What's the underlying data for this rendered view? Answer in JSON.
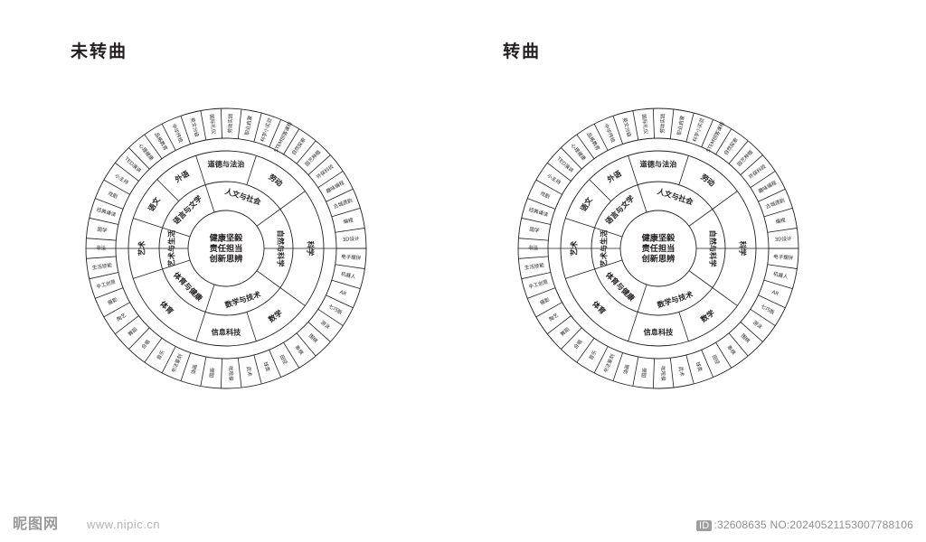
{
  "panels": [
    {
      "id": "left",
      "title": "未转曲"
    },
    {
      "id": "right",
      "title": "转曲"
    }
  ],
  "wheel": {
    "core": {
      "lines": [
        "健康坚毅",
        "责任担当",
        "创新思辨"
      ]
    },
    "domains": [
      {
        "label": "语言与文学",
        "start": -72,
        "end": -18
      },
      {
        "label": "人文与社会",
        "start": -18,
        "end": 54
      },
      {
        "label": "自然与科学",
        "start": 54,
        "end": 126
      },
      {
        "label": "数学与技术",
        "start": 126,
        "end": 198
      },
      {
        "label": "体育与健康",
        "start": 198,
        "end": 252
      },
      {
        "label": "艺术与生活",
        "start": 252,
        "end": 288
      }
    ],
    "subjects": [
      {
        "label": "语文",
        "start": -72,
        "end": -45
      },
      {
        "label": "外语",
        "start": -45,
        "end": -18
      },
      {
        "label": "道德与法治",
        "start": -18,
        "end": 18
      },
      {
        "label": "劳动",
        "start": 18,
        "end": 54
      },
      {
        "label": "科学",
        "start": 54,
        "end": 126
      },
      {
        "label": "数学",
        "start": 126,
        "end": 162
      },
      {
        "label": "信息科技",
        "start": 162,
        "end": 198
      },
      {
        "label": "体育",
        "start": 198,
        "end": 252
      },
      {
        "label": "艺术",
        "start": 252,
        "end": 288
      }
    ],
    "courses": [
      "书法",
      "国学",
      "经典诵读",
      "戏剧",
      "小主持",
      "TED演讲",
      "心理健康",
      "品格教育",
      "中华传统",
      "英文分级",
      "国际礼仪",
      "劳动实践",
      "职业启蒙",
      "科学小实验",
      "STEM创客课程",
      "自然探索",
      "园艺种植",
      "环保科技",
      "趣味编程",
      "古城遗韵",
      "编程",
      "3D设计",
      "电子摆拼",
      "机器人",
      "AR",
      "七巧板",
      "游泳",
      "围棋",
      "象棋",
      "田径",
      "球类",
      "武术",
      "啦啦操",
      "国画",
      "油画",
      "书法篆刻",
      "音乐",
      "合唱",
      "舞蹈",
      "陶艺",
      "摄影",
      "手工创意",
      "生活技能"
    ],
    "course_count": 43,
    "ring_radii": {
      "core": 42,
      "domain": 74,
      "subject": 108,
      "course_inner": 122,
      "course_outer": 155
    },
    "colors": {
      "line": "#231f20",
      "fill": "#ffffff",
      "text": "#231f20"
    }
  },
  "footer": {
    "logo": "昵图网",
    "url": "www.nipic.cn",
    "id_prefix": "ID",
    "id_text": ":32608635 NO:20240521153007788106"
  }
}
